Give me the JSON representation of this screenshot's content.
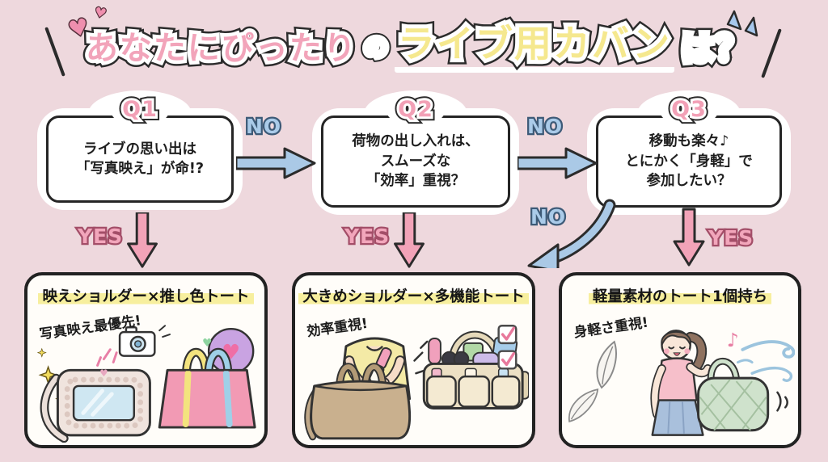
{
  "colors": {
    "background": "#eed8dd",
    "line": "#2b2b2b",
    "accent_pink": "#f2a4ba",
    "accent_yellow": "#f5e88e",
    "accent_blue": "#aacbe9",
    "highlight_yellow": "#f7ef9e",
    "card_background": "#fffdf9"
  },
  "icons": {
    "heart": "♥",
    "music_note": "♪"
  },
  "title": {
    "part1": "あなたにぴったり",
    "particle": "の",
    "part2": "ライブ用カバン",
    "part3": "は？"
  },
  "flow": {
    "yes_label": "YES",
    "no_label": "NO",
    "questions": [
      {
        "id": "Q1",
        "lines": [
          "ライブの思い出は",
          "「写真映え」が命!?"
        ]
      },
      {
        "id": "Q2",
        "lines": [
          "荷物の出し入れは、",
          "スムーズな",
          "「効率」重視？"
        ]
      },
      {
        "id": "Q3",
        "lines": [
          "移動も楽々♪",
          "とにかく「身軽」で",
          "参加したい？"
        ]
      }
    ]
  },
  "results": [
    {
      "title": "映えショルダー×推し色トート",
      "note": "写真映え最優先!",
      "illustration": [
        "camera-icon",
        "clear-window-shoulder-bag",
        "pink-tote-bag",
        "uchiwa-fan-icon",
        "sparkle-icons"
      ]
    },
    {
      "title": "大きめショルダー×多機能トート",
      "note": "効率重視!",
      "illustration": [
        "person-with-penlight",
        "large-shoulder-bag",
        "organizer-tote-bag",
        "binoculars-icon",
        "checkbox-icons"
      ]
    },
    {
      "title": "軽量素材のトート1個持ち",
      "note": "身軽さ重視!",
      "illustration": [
        "feather-icons",
        "woman-with-tote",
        "quilted-tote-bag",
        "wind-swirl-icons",
        "music-note-icon"
      ]
    }
  ]
}
